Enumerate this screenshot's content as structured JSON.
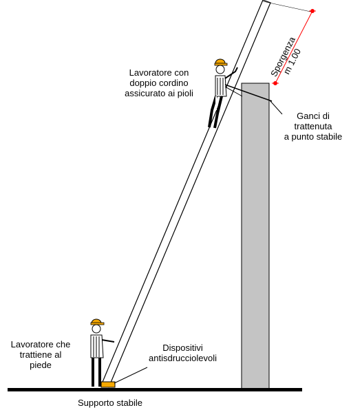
{
  "labels": {
    "upper_worker": [
      "Lavoratore con",
      "doppio cordino",
      "assicurato ai pioli"
    ],
    "hooks": [
      "Ganci di",
      "trattenuta",
      "a punto stabile"
    ],
    "reach": [
      "Sporgenza",
      "m 1.00"
    ],
    "foot_worker": [
      "Lavoratore che",
      "trattiene al",
      "piede"
    ],
    "anti_slip": [
      "Dispositivi",
      "antisdrucciolevoli"
    ],
    "support": "Supporto stabile"
  },
  "colors": {
    "ground": "#000000",
    "wall": "#c4c4c4",
    "ladder": "#ffffff",
    "dimension": "#ff0000",
    "helmet": "#f5a800",
    "feet": "#f5a800"
  }
}
